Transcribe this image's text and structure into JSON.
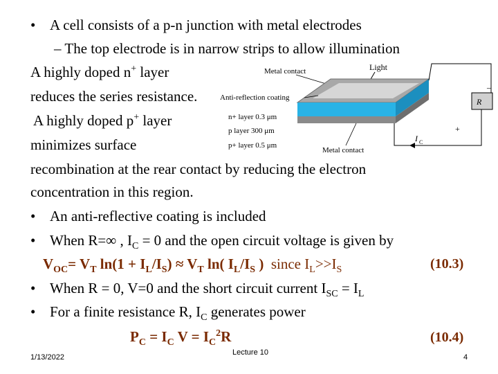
{
  "bullets": {
    "b1": "A cell consists of a p-n junction with metal electrodes",
    "b1_sub": "The top electrode is in narrow strips to allow illumination",
    "b2": "An anti-reflective coating is included",
    "b3_a": ", I",
    "b3_b": " = 0 and the open circuit voltage is given by",
    "b3_lead": "When R=∞",
    "b4_a": "When R = 0, V=0 and the short circuit current I",
    "b4_b": " = I",
    "b5_a": "For a finite resistance R, I",
    "b5_b": " generates power"
  },
  "para": {
    "l1_a": "A highly doped n",
    "l1_b": " layer",
    "l2": "reduces the series resistance.",
    "l3_a": "A highly doped p",
    "l3_b": " layer",
    "l4": "minimizes surface",
    "l5": "recombination at the rear contact by  reducing the electron",
    "l6": "concentration in this region."
  },
  "symbols": {
    "plus": "+",
    "C": "C",
    "SC": "SC",
    "L": "L",
    "S": "S",
    "OC": "OC",
    "T": "T",
    "dash": "–"
  },
  "eq1": {
    "V": "V",
    "eq_VT": "= V",
    "ln1": " ln(1 + I",
    "slash": "/I",
    "approx": ")  ≈ V",
    "ln2": " ln( I",
    "close": " )",
    "since": "since I",
    "gg": ">>I",
    "number": "(10.3)"
  },
  "eq2": {
    "P": "P",
    "eq_I": " = I",
    "V_eq_I": " V = I",
    "sq_R": "R",
    "two": "2",
    "number": "(10.4)"
  },
  "figure": {
    "light": "Light",
    "metal_top": "Metal contact",
    "anti": "Anti-reflection coating",
    "n_layer": "n+ layer 0.3 μm",
    "p_layer": "p layer 300 μm",
    "p_plus": "p+ layer 0.5 μm",
    "metal_bottom": "Metal contact",
    "R": "R",
    "minus": "–",
    "plus": "+",
    "ic": "I",
    "ic_sub": "C",
    "colors": {
      "blue": "#29b3e6",
      "gray": "#a8a8a8",
      "dark_gray": "#6e6e6e"
    }
  },
  "footer": {
    "date": "1/13/2022",
    "lecture": "Lecture 10",
    "page": "4"
  }
}
